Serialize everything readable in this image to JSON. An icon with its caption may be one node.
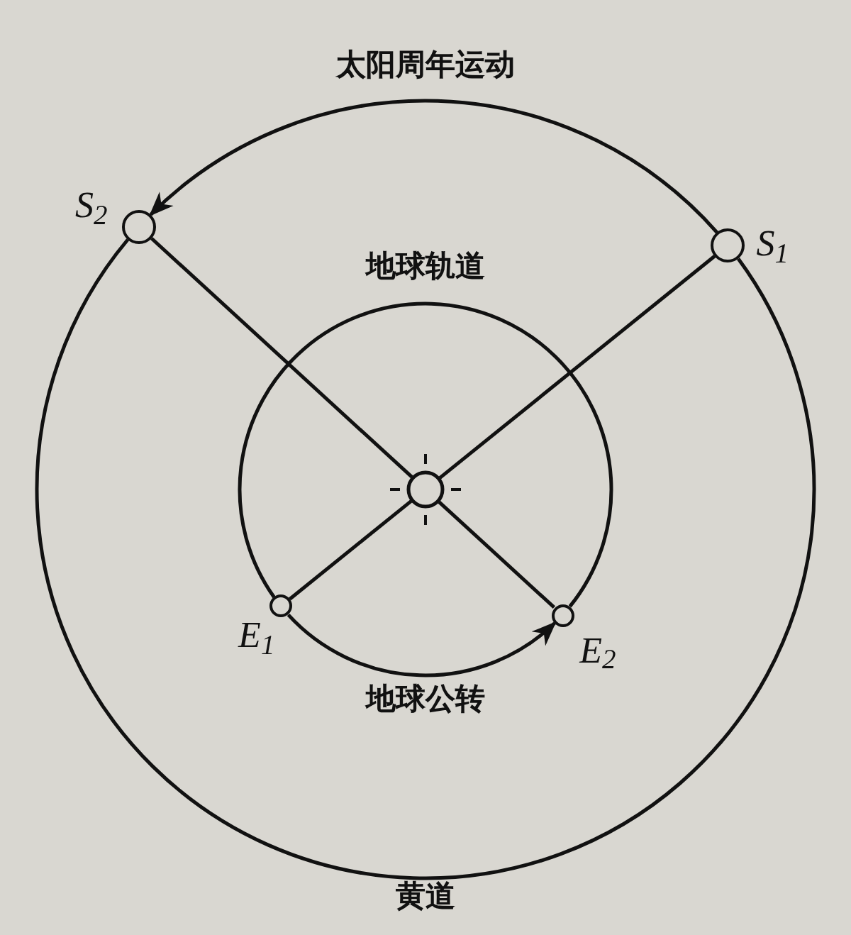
{
  "diagram": {
    "nodes": [
      {
        "text": [],
        "shape": "circle"
      },
      {
        "text": [],
        "shape": "circle",
        "beside": [
          "S$_{2}$"
        ]
      },
      {
        "text": [],
        "shape": "circle",
        "beside": [
          "S$_{1}$"
        ]
      },
      {
        "text": [],
        "shape": "circle",
        "beside": [
          "E$_{1}$"
        ]
      },
      {
        "text": [],
        "shape": "circle",
        "beside": [
          "E$_{2}$"
        ]
      }
    ],
    "edges": [
      {
        "from": 2,
        "to": 1,
        "arrow": "to",
        "label": "太阳周年运动"
      },
      {
        "from": 2,
        "to": 0,
        "arrow": "none"
      },
      {
        "from": 1,
        "to": 0,
        "arrow": "none"
      },
      {
        "from": 3,
        "to": 0,
        "arrow": "none"
      },
      {
        "from": 4,
        "to": 0,
        "arrow": "none"
      },
      {
        "from": 3,
        "to": 4,
        "arrow": "to",
        "label": "地球公转"
      }
    ],
    "labels": [
      "地球轨道",
      "黄道"
    ]
  }
}
